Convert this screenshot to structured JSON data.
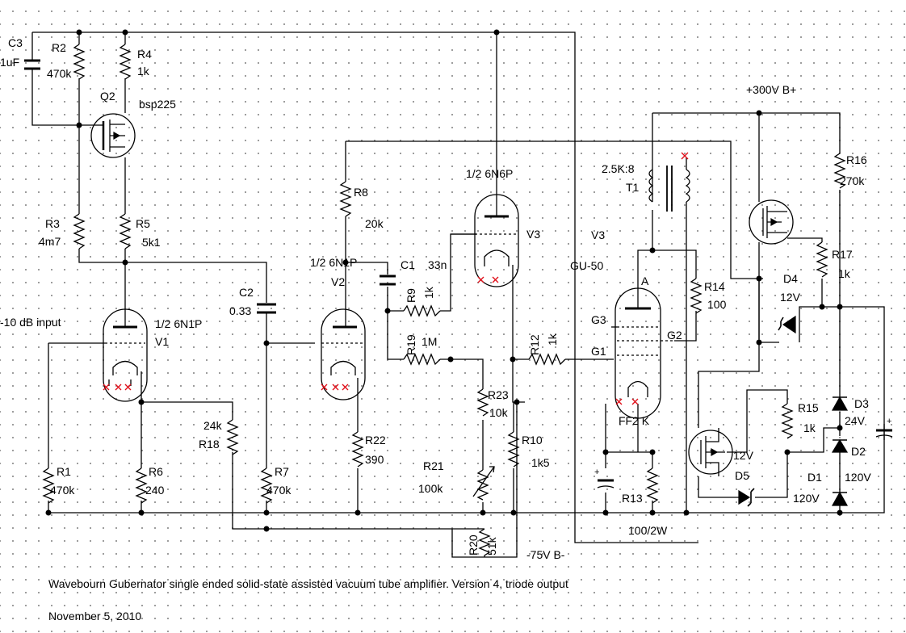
{
  "labels": {
    "c3": "C3",
    "c3v": "1uF",
    "r2": "R2",
    "r2v": "470k",
    "r4": "R4",
    "r4v": "1k",
    "q2": "Q2",
    "q2v": "bsp225",
    "r3": "R3",
    "r3v": "4m7",
    "r5": "R5",
    "r5v": "5k1",
    "input": "-10 dB input",
    "v1a": "1/2 6N1P",
    "v1": "V1",
    "c2": "C2",
    "c2v": "0.33",
    "r8": "R8",
    "r8v": "20k",
    "v2a": "1/2 6N1P",
    "v2": "V2",
    "c1": "C1",
    "c1v": "33n",
    "r9": "R9",
    "r9v": "1k",
    "r19": "R19",
    "r19v": "1M",
    "v3a": "1/2 6N6P",
    "v3a2": "V3",
    "v3b": "V3",
    "v3bt": "GU-50",
    "t1v": "2.5K:8",
    "t1": "T1",
    "bplus": "+300V B+",
    "r16": "R16",
    "r16v": "270k",
    "r17": "R17",
    "r17v": "1k",
    "r14": "R14",
    "r14v": "100",
    "d4": "D4",
    "d4v": "12V",
    "anode": "A",
    "g3": "G3",
    "g2": "G2",
    "g1": "G1",
    "ff2k": "FF2 K",
    "r12": "R12",
    "r12v": "1k",
    "r23": "R23",
    "r23v": "10k",
    "r10": "R10",
    "r10v": "1k5",
    "r21": "R21",
    "r21v": "100k",
    "r20": "R20",
    "r20v": "51k",
    "bminus": "-75V B-",
    "r22": "R22",
    "r22v": "390",
    "r18": "R18",
    "r18v": "24k",
    "r1": "R1",
    "r1v": "470k",
    "r6": "R6",
    "r6v": "240",
    "r7": "R7",
    "r7v": "470k",
    "r13": "R13",
    "r13v": "100/2W",
    "r15": "R15",
    "r15v": "1k",
    "d5v": "12V",
    "d5": "D5",
    "d3": "D3",
    "d3v": "24V",
    "d2": "D2",
    "d2v": "120V",
    "d1": "D1",
    "d1v": "120V"
  },
  "caption": "Wavebourn Gubernator single ended solid-state assisted vacuum tube amplifier. Version 4, triode output",
  "date": "November 5, 2010"
}
